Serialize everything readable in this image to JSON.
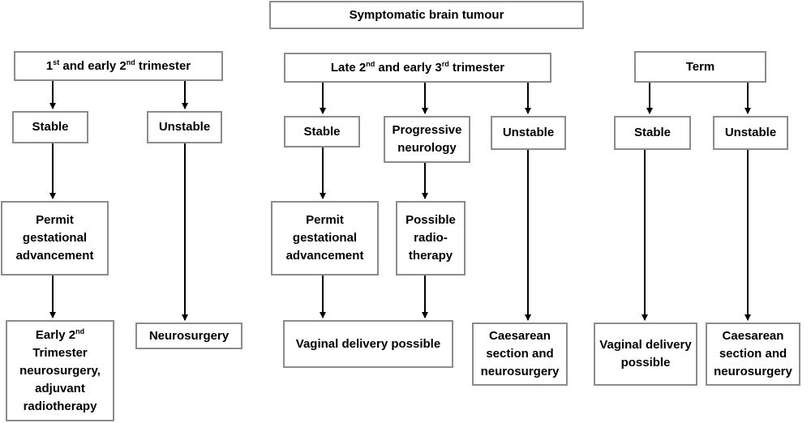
{
  "title": "Symptomatic brain tumour",
  "branches": {
    "early": {
      "label": {
        "pre": "1",
        "sup1": "st",
        "mid": " and early 2",
        "sup2": "nd",
        "post": " trimester"
      },
      "stable": "Stable",
      "unstable": "Unstable",
      "permit": "Permit gestational advancement",
      "early_neuro": {
        "pre": "Early 2",
        "sup": "nd",
        "post": " Trimester neurosurgery, adjuvant radiotherapy"
      },
      "neurosurgery": "Neurosurgery"
    },
    "late": {
      "label": {
        "pre": "Late 2",
        "sup1": "nd",
        "mid": " and early 3",
        "sup2": "rd",
        "post": " trimester"
      },
      "stable": "Stable",
      "progressive": "Progressive neurology",
      "unstable": "Unstable",
      "permit": "Permit gestational advancement",
      "radiotherapy": "Possible radio-therapy",
      "vaginal": "Vaginal delivery possible",
      "caesarean": "Caesarean section and neurosurgery"
    },
    "term": {
      "label": "Term",
      "stable": "Stable",
      "unstable": "Unstable",
      "vaginal": "Vaginal delivery possible",
      "caesarean": "Caesarean section and neurosurgery"
    }
  }
}
